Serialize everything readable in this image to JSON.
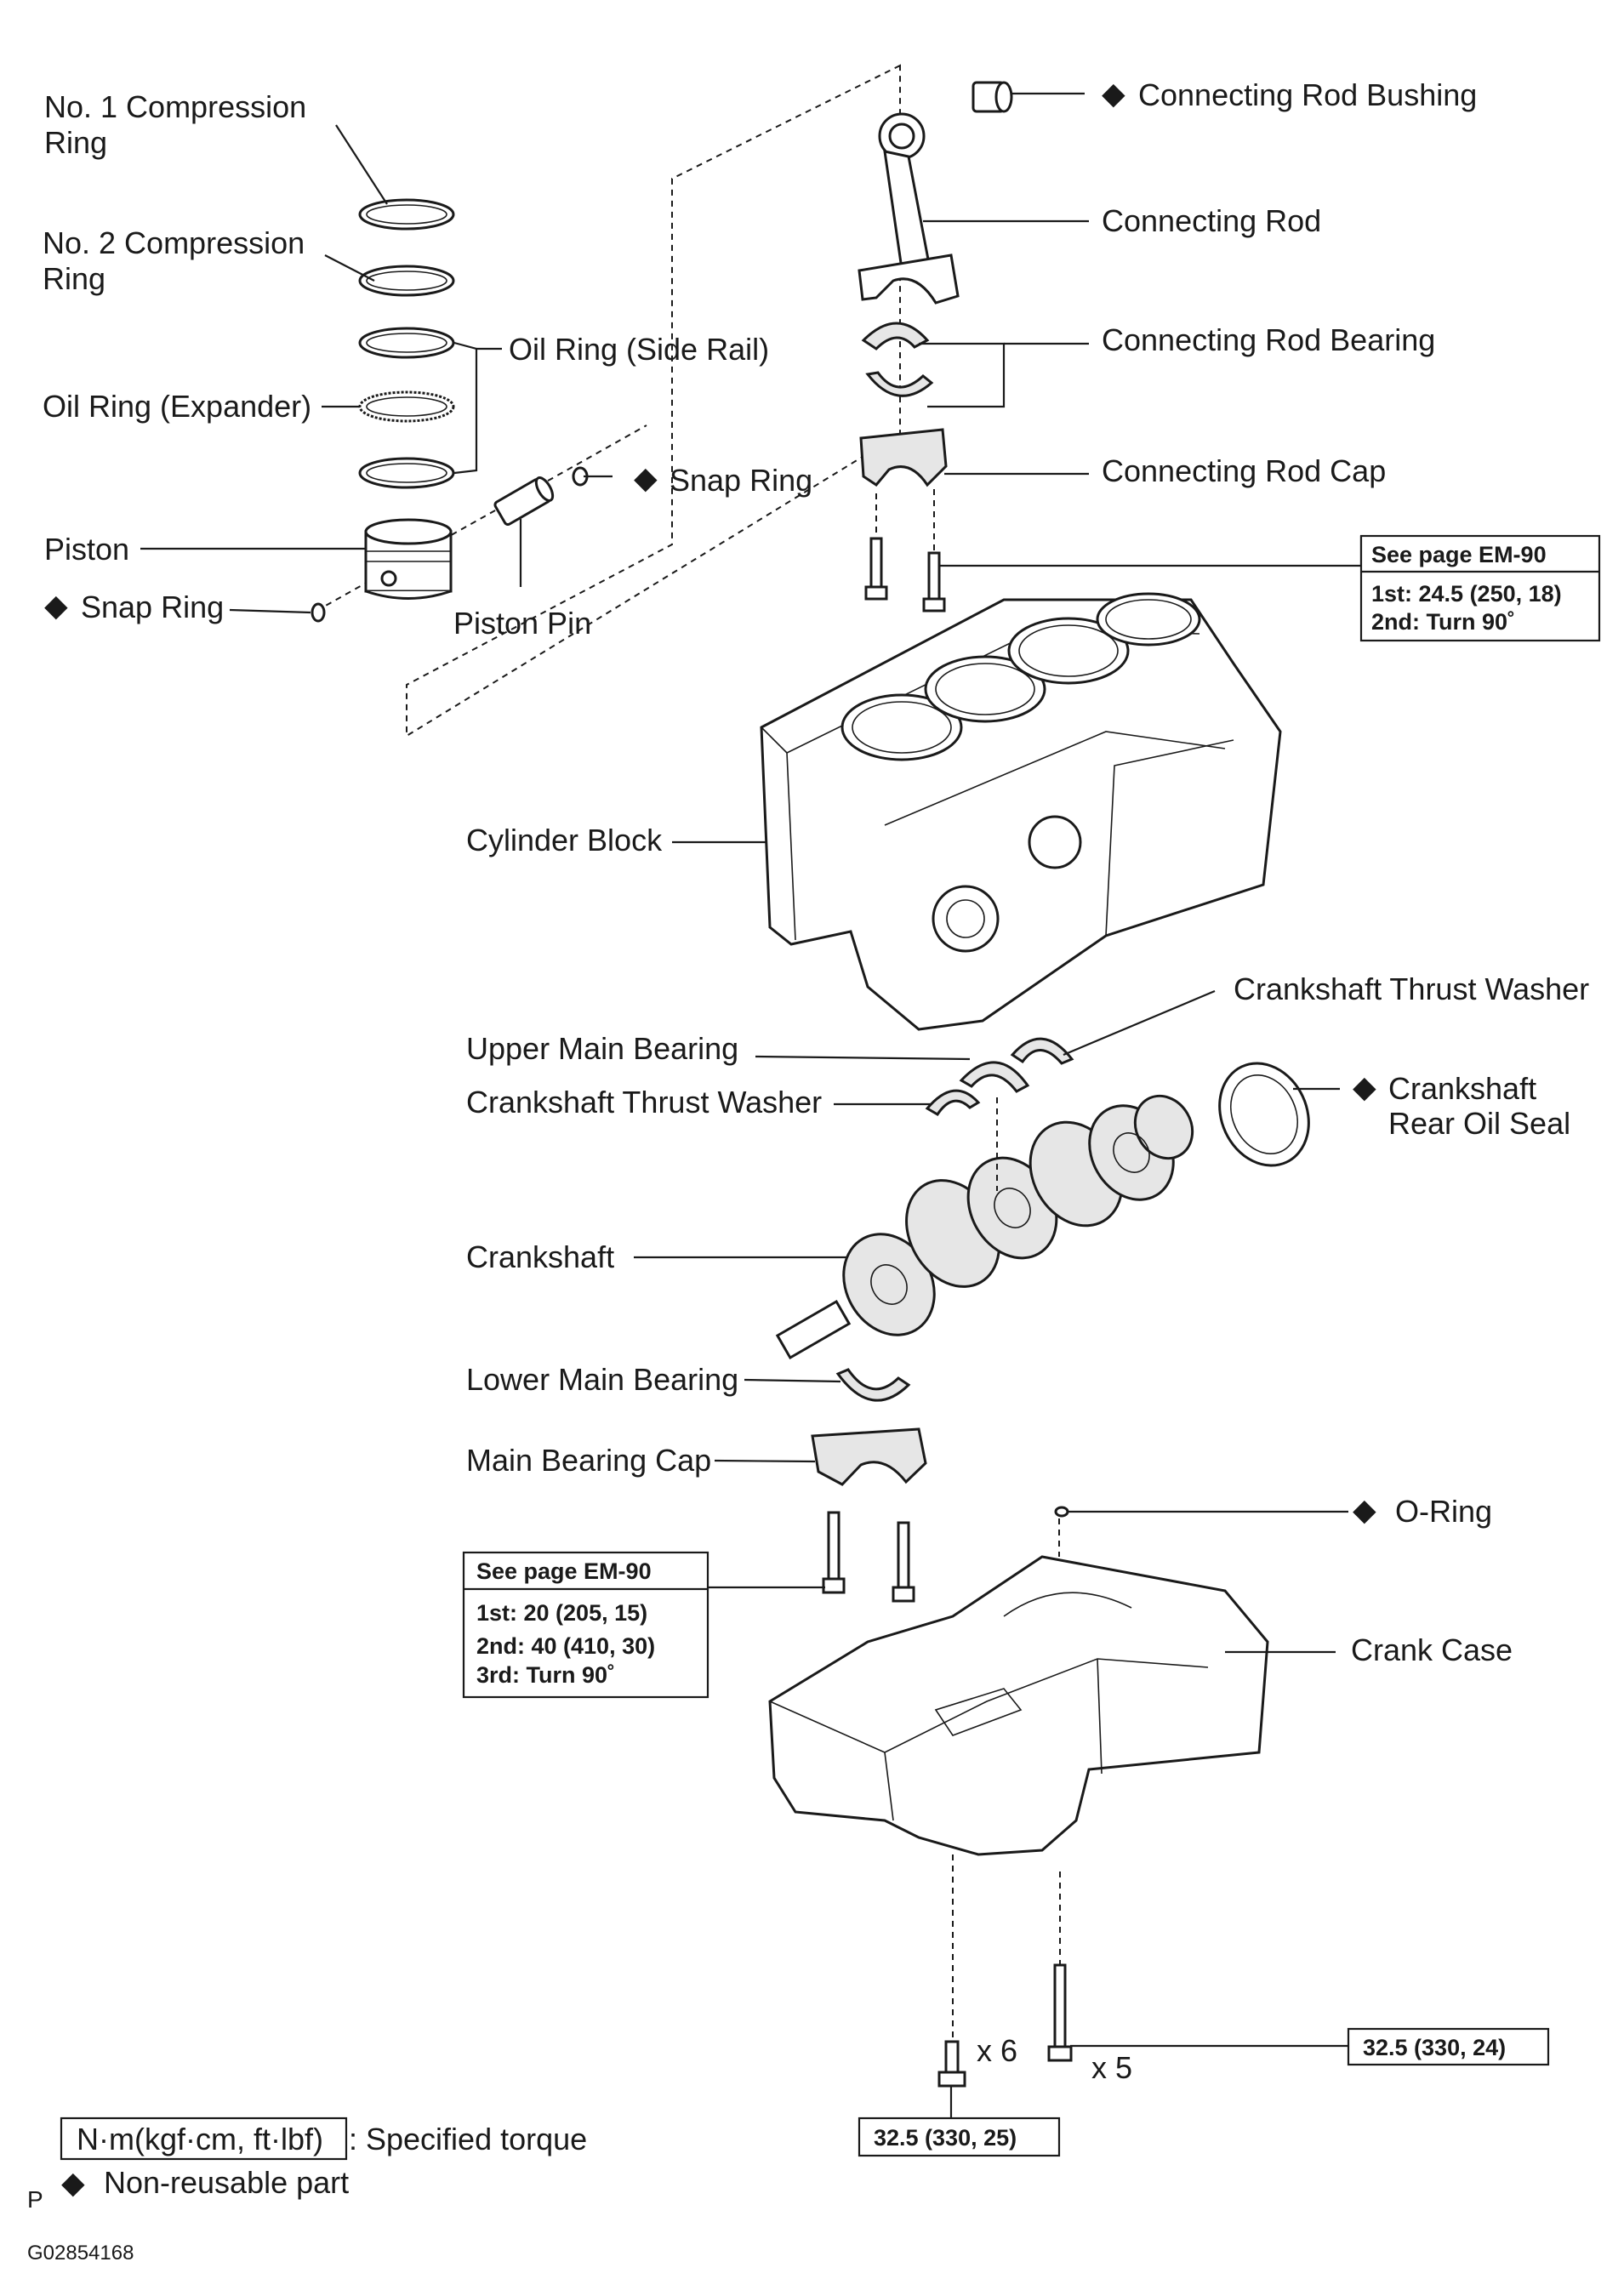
{
  "labels": {
    "no1_compression_ring": [
      "No. 1 Compression",
      "Ring"
    ],
    "no2_compression_ring": [
      "No.  2  Compression",
      "Ring"
    ],
    "oil_ring_side_rail": "Oil Ring (Side Rail)",
    "oil_ring_expander": "Oil Ring (Expander)",
    "snap_ring_upper": "Snap Ring",
    "piston": "Piston",
    "snap_ring_lower": "Snap Ring",
    "piston_pin": "Piston Pin",
    "connecting_rod_bushing": "Connecting Rod Bushing",
    "connecting_rod": "Connecting Rod",
    "connecting_rod_bearing": "Connecting Rod Bearing",
    "connecting_rod_cap": "Connecting Rod Cap",
    "cylinder_block": "Cylinder Block",
    "crankshaft_thrust_washer_right": "Crankshaft Thrust Washer",
    "upper_main_bearing": "Upper Main Bearing",
    "crankshaft_thrust_washer_left": "Crankshaft Thrust Washer",
    "crankshaft_rear_oil_seal": [
      "Crankshaft",
      "Rear Oil Seal"
    ],
    "crankshaft": "Crankshaft",
    "lower_main_bearing": "Lower Main Bearing",
    "main_bearing_cap": "Main Bearing Cap",
    "o_ring": "O-Ring",
    "crank_case": "Crank Case",
    "qty_6": "x 6",
    "qty_5": "x 5"
  },
  "torque_boxes": {
    "rod_cap": {
      "title": "See page EM-90",
      "lines": [
        "1st: 24.5 (250, 18)",
        "2nd: Turn 90˚"
      ]
    },
    "main_cap": {
      "title": "See page EM-90",
      "lines": [
        "1st: 20 (205, 15)",
        "2nd: 40 (410, 30)",
        "3rd: Turn 90˚"
      ]
    },
    "case_bolt_x5": "32.5 (330, 24)",
    "case_bolt_x6": "32.5 (330, 25)"
  },
  "legend": {
    "torque_unit": "N·m(kgf·cm, ft·lbf)",
    "torque_text": ": Specified torque",
    "nonreusable_text": "Non-reusable part"
  },
  "marker": "◆",
  "footer": {
    "p_mark": "P",
    "figure_id": "G02854168"
  }
}
